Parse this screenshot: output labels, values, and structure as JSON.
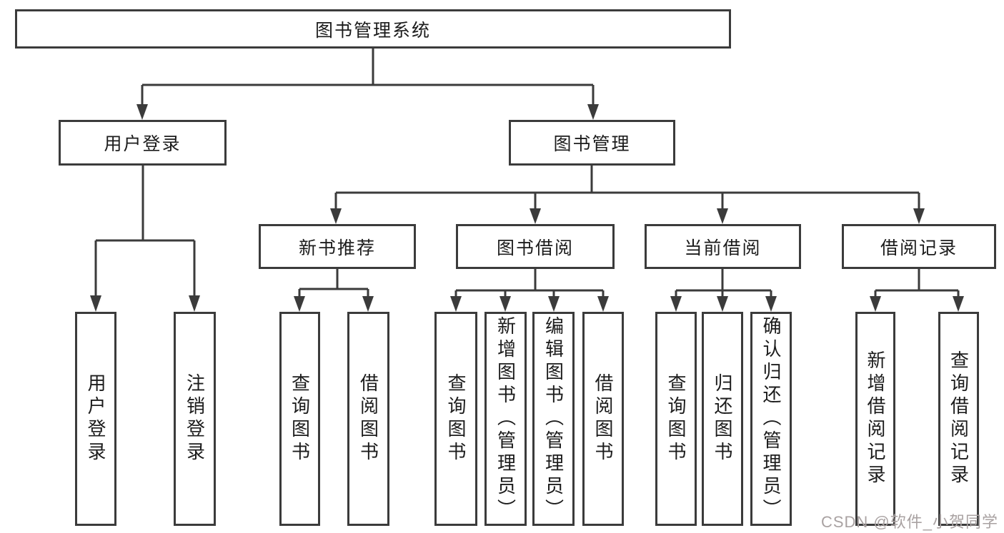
{
  "tree": {
    "root": {
      "label": "图书管理系统",
      "children": [
        {
          "label": "用户登录",
          "children": [
            {
              "label": "用户登录"
            },
            {
              "label": "注销登录"
            }
          ]
        },
        {
          "label": "图书管理",
          "children": [
            {
              "label": "新书推荐",
              "children": [
                {
                  "label": "查询图书"
                },
                {
                  "label": "借阅图书"
                }
              ]
            },
            {
              "label": "图书借阅",
              "children": [
                {
                  "label": "查询图书"
                },
                {
                  "label": "新增图书（管理员）"
                },
                {
                  "label": "编辑图书（管理员）"
                },
                {
                  "label": "借阅图书"
                }
              ]
            },
            {
              "label": "当前借阅",
              "children": [
                {
                  "label": "查询图书"
                },
                {
                  "label": "归还图书"
                },
                {
                  "label": "确认归还（管理员）"
                }
              ]
            },
            {
              "label": "借阅记录",
              "children": [
                {
                  "label": "新增借阅记录"
                },
                {
                  "label": "查询借阅记录"
                }
              ]
            }
          ]
        }
      ]
    }
  },
  "watermark": {
    "text": "CSDN @软件_小贺同学"
  },
  "colors": {
    "line": "#3b3b3b",
    "box_border": "#3b3b3b",
    "text": "#1c1c1c",
    "watermark": "#a9a2a2",
    "background": "#ffffff"
  }
}
